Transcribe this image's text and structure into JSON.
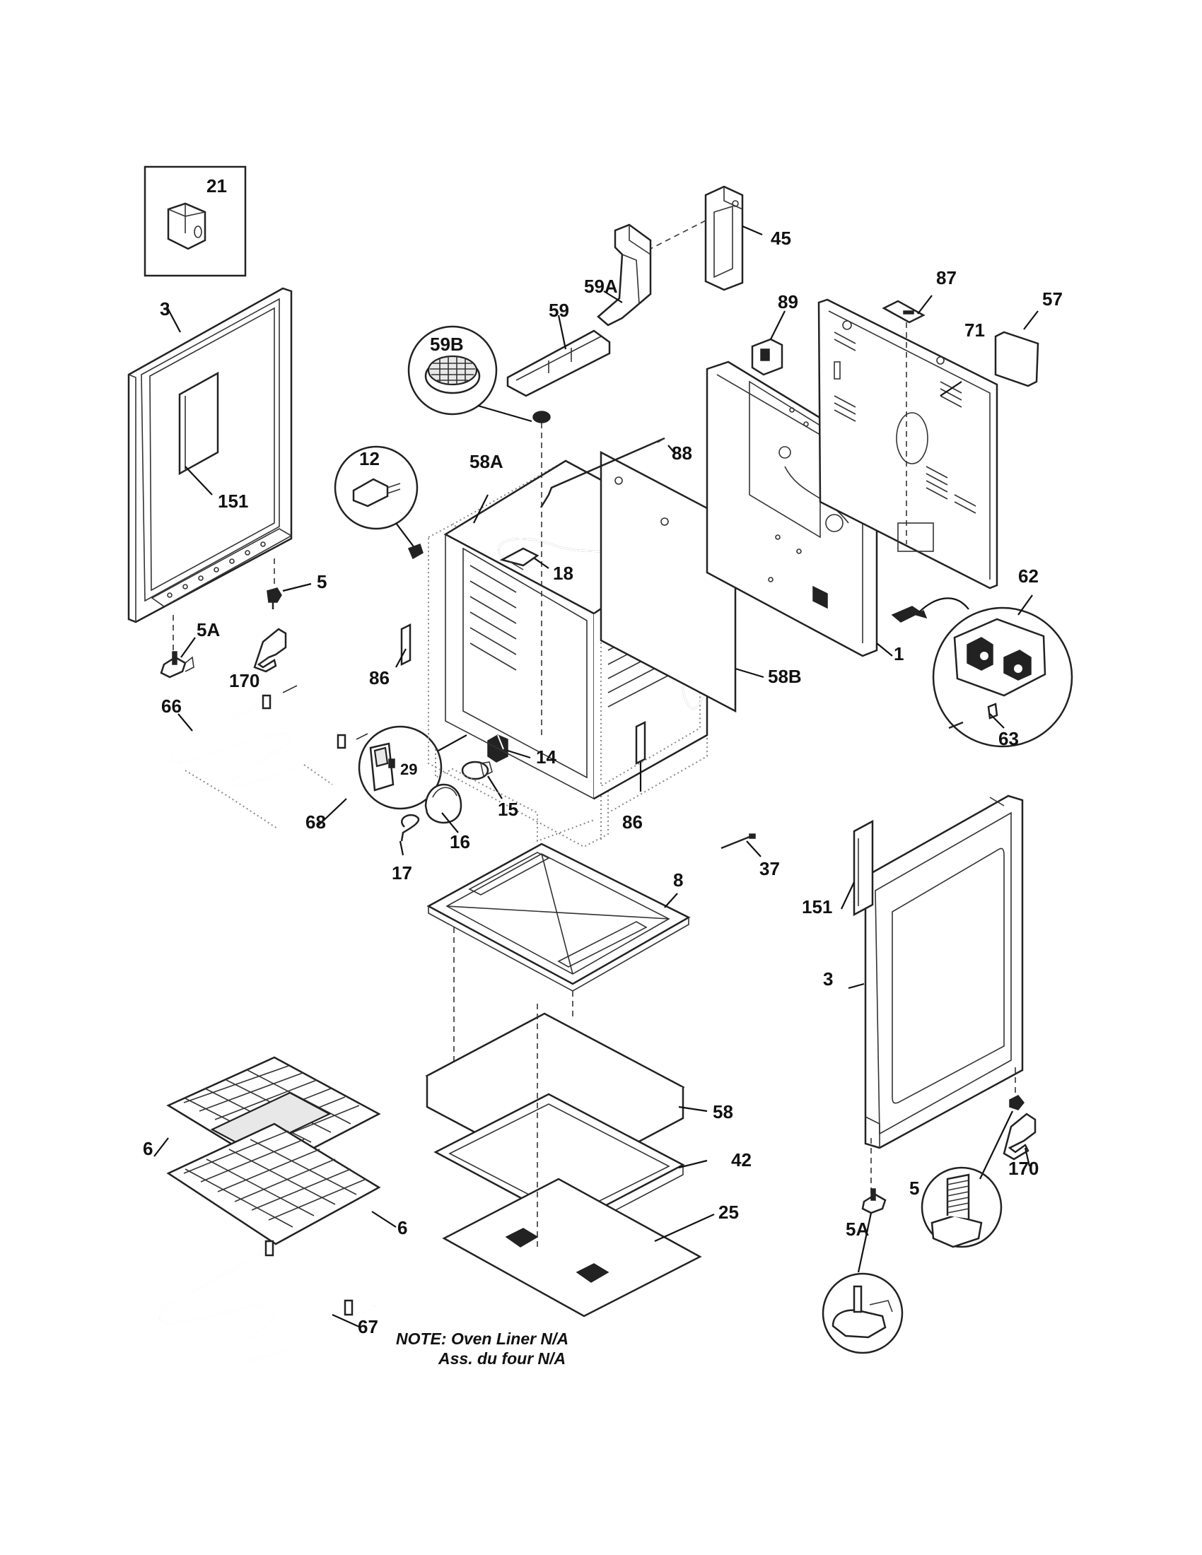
{
  "callouts": {
    "p21": "21",
    "p45": "45",
    "p59a": "59A",
    "p87": "87",
    "p59": "59",
    "p89": "89",
    "p57": "57",
    "p3_left": "3",
    "p71": "71",
    "p59b": "59B",
    "p12": "12",
    "p58a": "58A",
    "p88": "88",
    "p151_left": "151",
    "p18": "18",
    "p62": "62",
    "p5_left": "5",
    "p5a_left": "5A",
    "p1": "1",
    "p86_left": "86",
    "p58b": "58B",
    "p170_left": "170",
    "p66": "66",
    "p63": "63",
    "p14": "14",
    "p29": "29",
    "p15": "15",
    "p68": "68",
    "p16": "16",
    "p86_right": "86",
    "p17": "17",
    "p37": "37",
    "p8": "8",
    "p151_right": "151",
    "p3_right": "3",
    "p58": "58",
    "p6_top": "6",
    "p42": "42",
    "p170_right": "170",
    "p6_bottom": "6",
    "p25": "25",
    "p5_right": "5",
    "p5a_right": "5A",
    "p67": "67"
  },
  "note": {
    "line1": "NOTE: Oven Liner N/A",
    "line2": "Ass. du four N/A"
  }
}
